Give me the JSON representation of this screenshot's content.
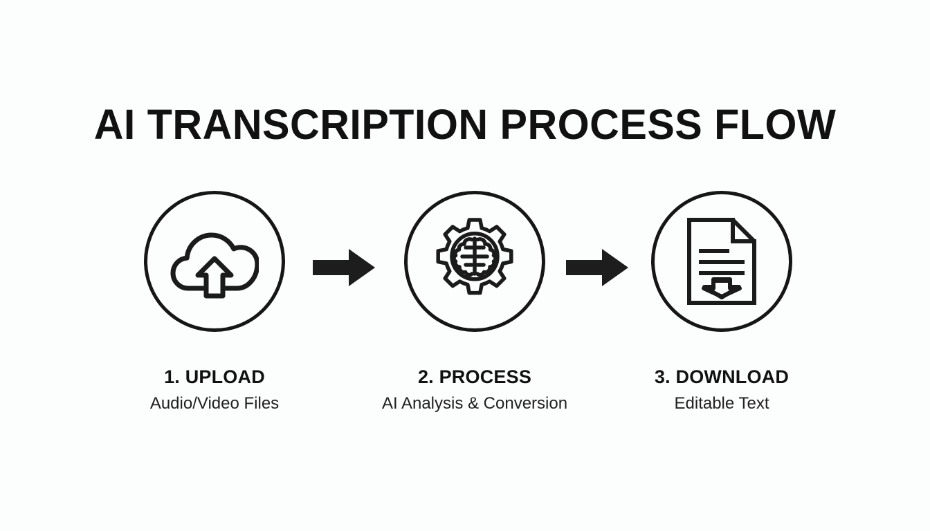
{
  "page": {
    "title": "AI TRANSCRIPTION PROCESS FLOW",
    "background_color": "#fcfdfd",
    "ink_color": "#161616"
  },
  "steps": [
    {
      "icon": "cloud-upload-icon",
      "heading": "1. UPLOAD",
      "subtitle": "Audio/Video Files"
    },
    {
      "icon": "gear-brain-icon",
      "heading": "2. PROCESS",
      "subtitle": "AI Analysis & Conversion"
    },
    {
      "icon": "document-download-icon",
      "heading": "3. DOWNLOAD",
      "subtitle": "Editable Text"
    }
  ],
  "connectors": [
    {
      "icon": "arrow-right-icon",
      "from": "1. UPLOAD",
      "to": "2. PROCESS"
    },
    {
      "icon": "arrow-right-icon",
      "from": "2. PROCESS",
      "to": "3. DOWNLOAD"
    }
  ]
}
